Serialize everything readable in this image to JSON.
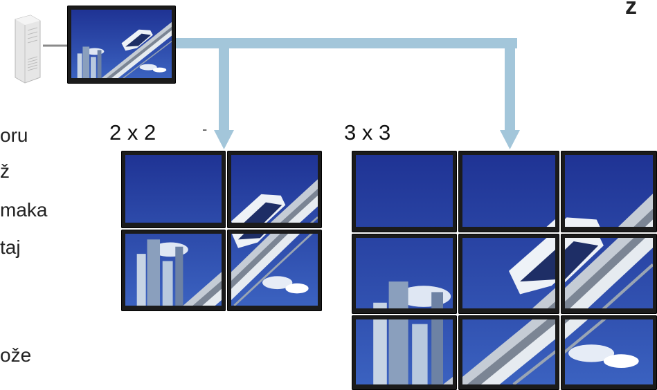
{
  "text_fragments": [
    "oru",
    "ž",
    "maka",
    "taj",
    "ože"
  ],
  "corner_mark": "z",
  "labels": {
    "wall_2x2": "2 x 2",
    "wall_3x3": "3 x 3"
  },
  "colors": {
    "connector": "#a3c6da",
    "sky": "#2a3f9f",
    "bezel": "#1b1b1b",
    "server": "#e6e6e6"
  },
  "icons": {
    "server": "server-tower-icon",
    "source_display": "monitor-icon",
    "arrow": "arrow-down-icon"
  }
}
